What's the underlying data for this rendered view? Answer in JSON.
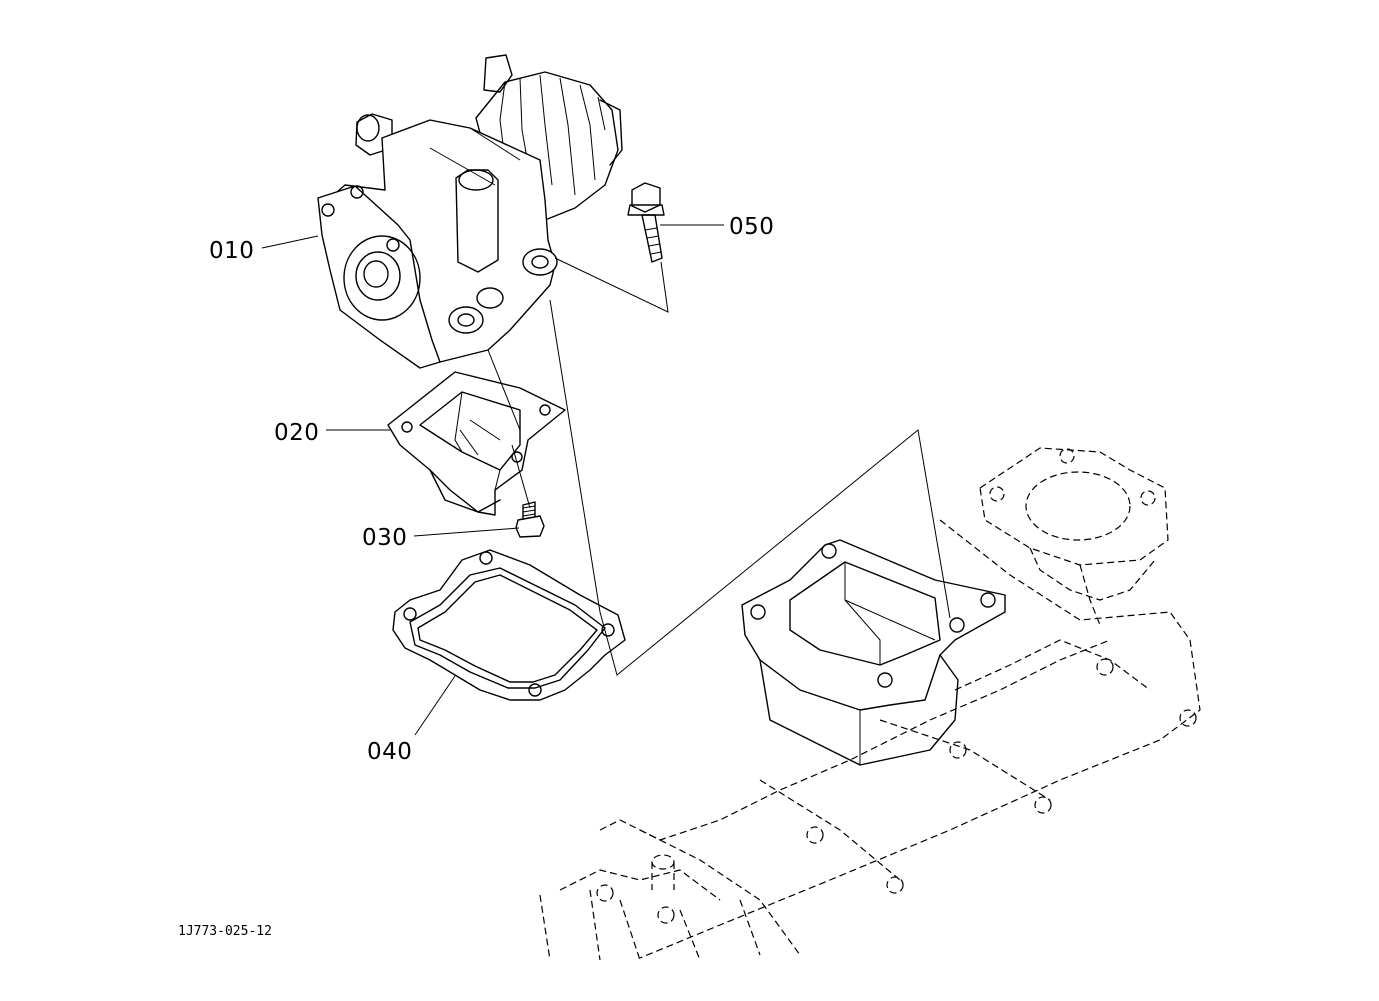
{
  "callouts": {
    "p010": "010",
    "p020": "020",
    "p030": "030",
    "p040": "040",
    "p050": "050"
  },
  "drawing_ref": "1J773-025-12"
}
